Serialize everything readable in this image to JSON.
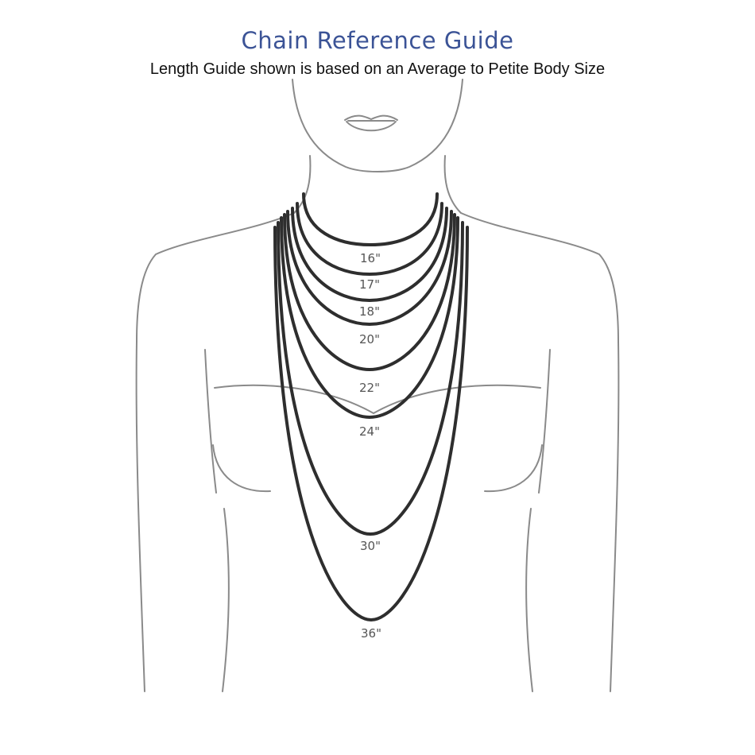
{
  "header": {
    "title": "Chain Reference Guide",
    "subtitle": "Length Guide shown is based on an Average to Petite Body Size"
  },
  "colors": {
    "title": "#3b5396",
    "body_outline": "#8a8a8a",
    "chain": "#2e2e2e",
    "label": "#555555"
  },
  "chains": [
    {
      "length": "16\""
    },
    {
      "length": "17\""
    },
    {
      "length": "18\""
    },
    {
      "length": "20\""
    },
    {
      "length": "22\""
    },
    {
      "length": "24\""
    },
    {
      "length": "30\""
    },
    {
      "length": "36\""
    }
  ]
}
